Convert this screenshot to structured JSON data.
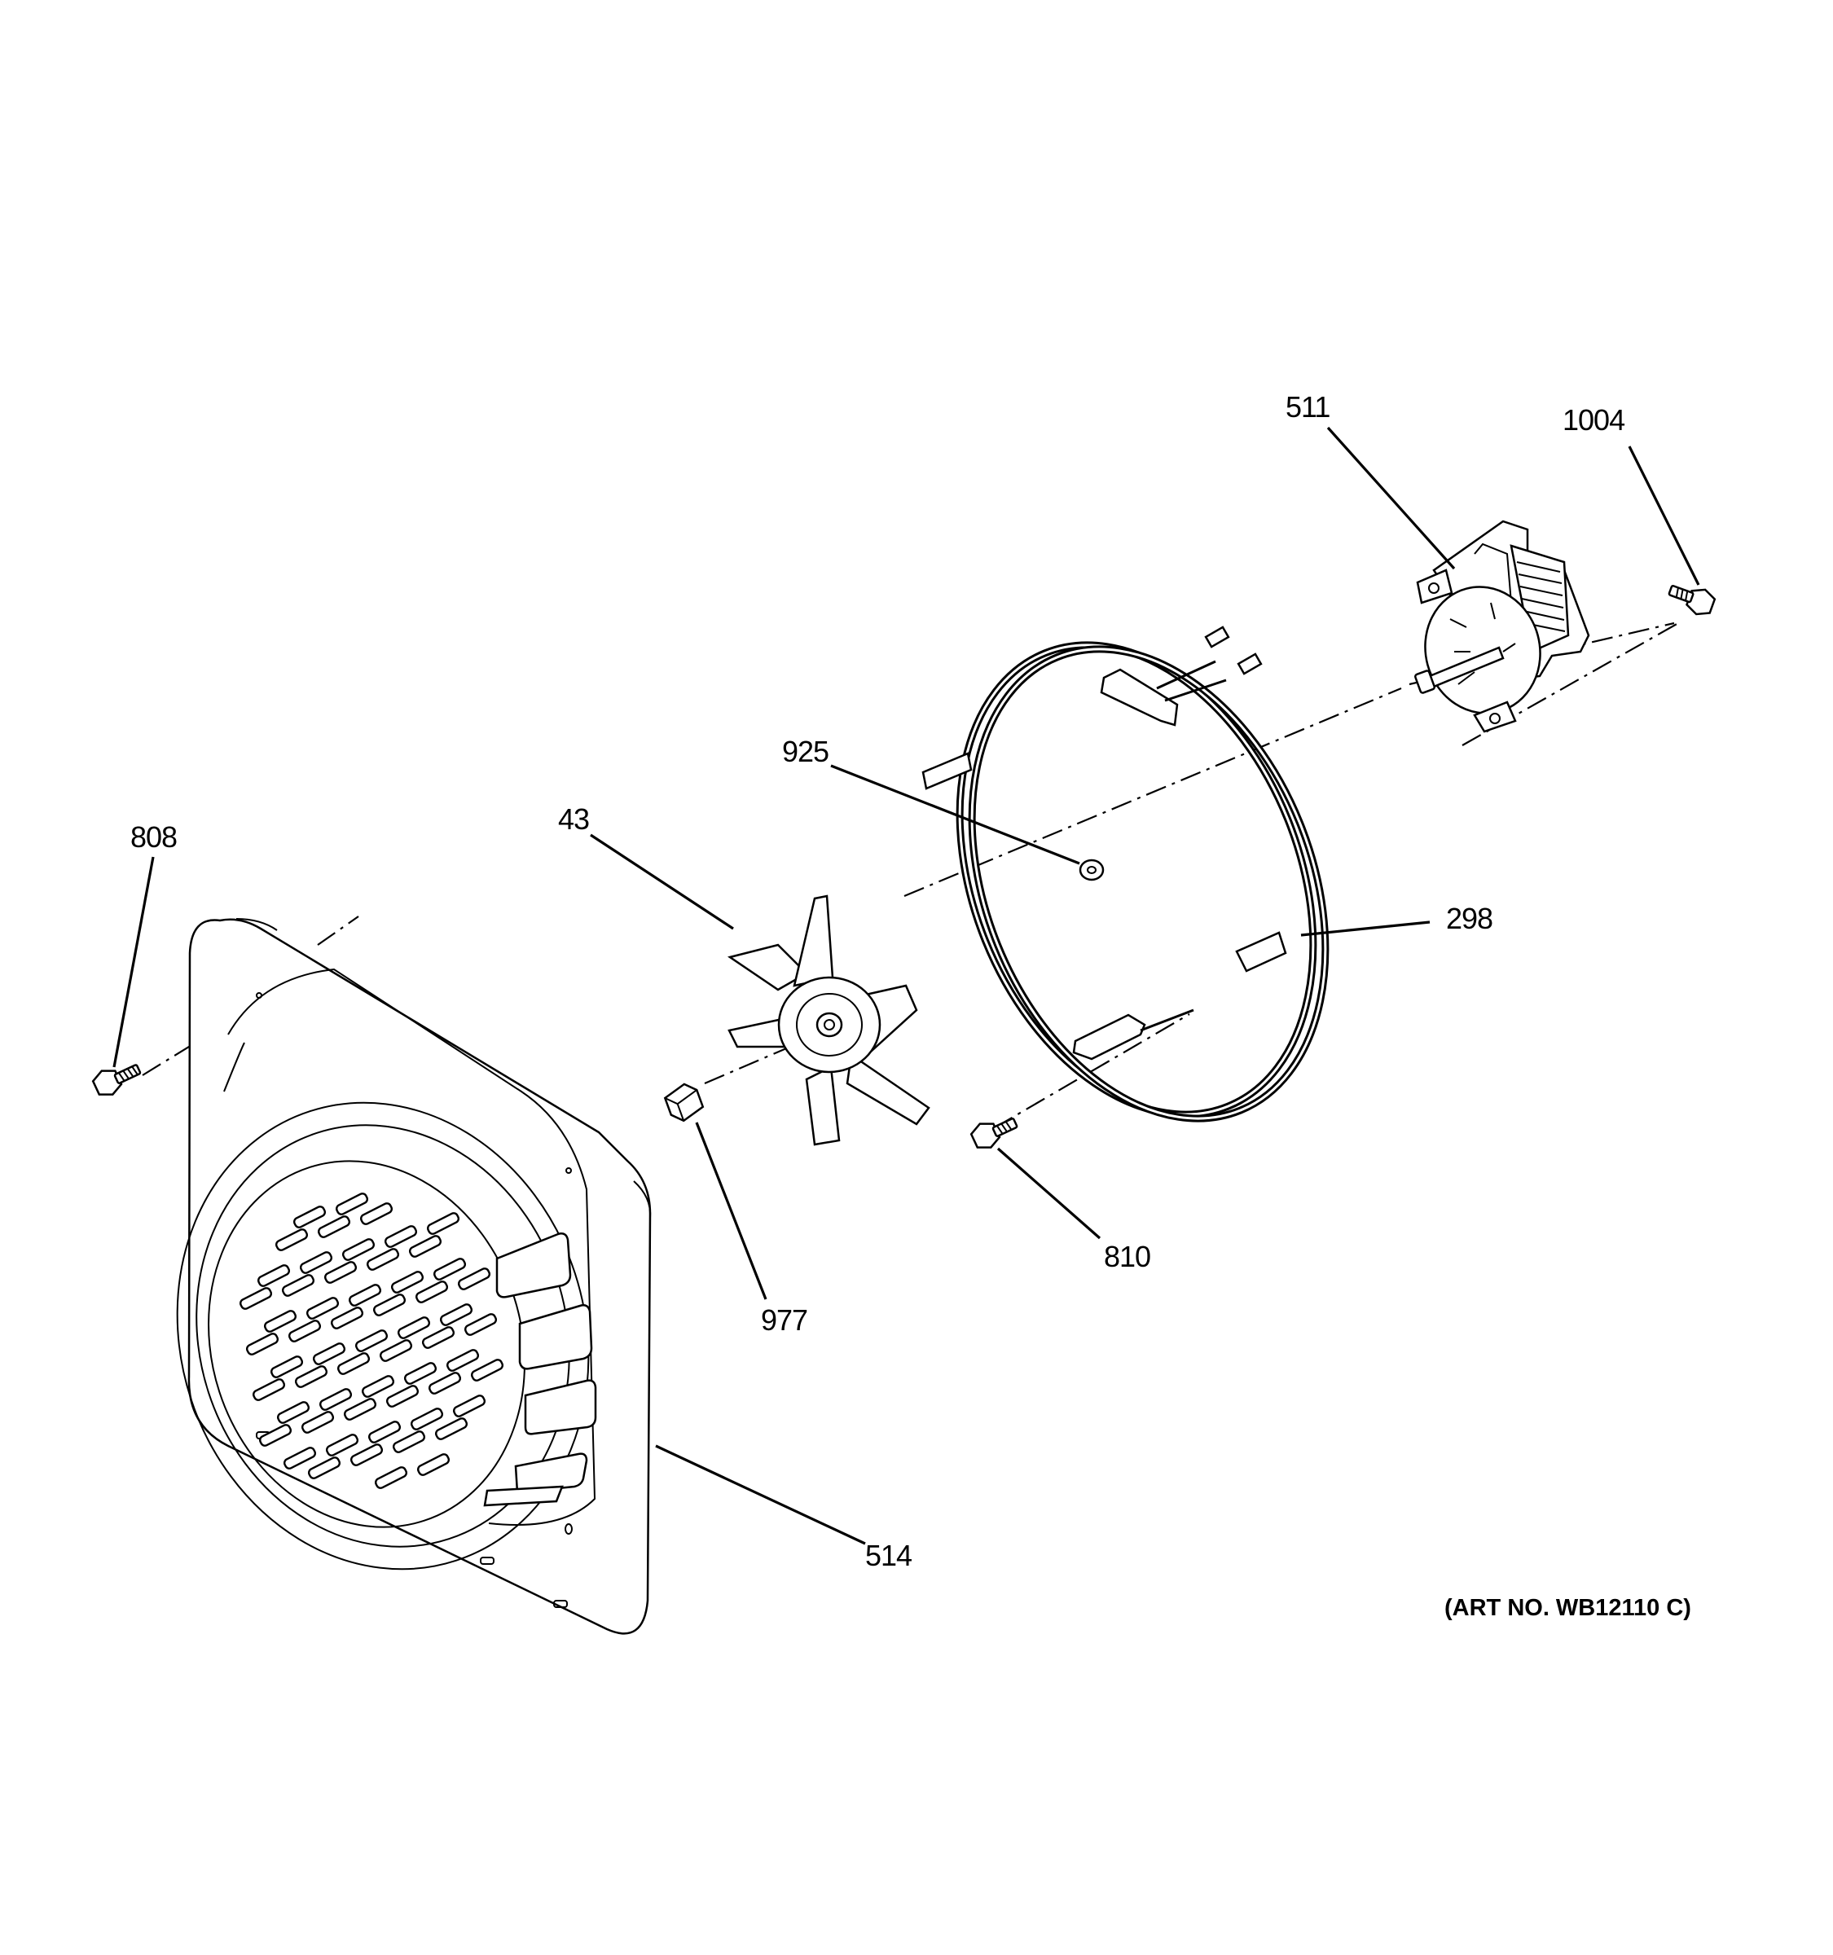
{
  "diagram": {
    "callouts": [
      {
        "id": "511",
        "label": "511"
      },
      {
        "id": "1004",
        "label": "1004"
      },
      {
        "id": "925",
        "label": "925"
      },
      {
        "id": "43",
        "label": "43"
      },
      {
        "id": "808",
        "label": "808"
      },
      {
        "id": "298",
        "label": "298"
      },
      {
        "id": "810",
        "label": "810"
      },
      {
        "id": "977",
        "label": "977"
      },
      {
        "id": "514",
        "label": "514"
      }
    ],
    "art_number": "(ART NO. WB12110 C)"
  }
}
